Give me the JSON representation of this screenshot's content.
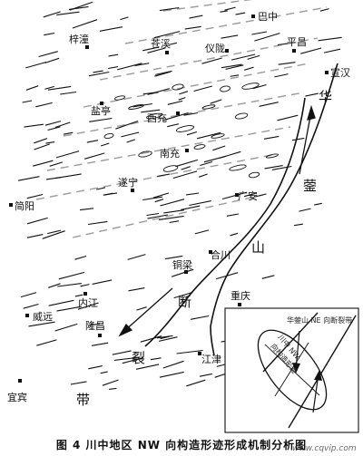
{
  "caption": "图 4   川中地区 NW 向构造形迹形成机制分析图",
  "cities": [
    {
      "id": "bazhong",
      "name": "巴中"
    },
    {
      "id": "zitong",
      "name": "梓潼"
    },
    {
      "id": "cangxi",
      "name": "苍溪"
    },
    {
      "id": "yilong",
      "name": "仪陇"
    },
    {
      "id": "pingchang",
      "name": "平昌"
    },
    {
      "id": "xuanhan",
      "name": "宣汉"
    },
    {
      "id": "yanting",
      "name": "盐亭"
    },
    {
      "id": "xichong",
      "name": "西充"
    },
    {
      "id": "nanchong",
      "name": "南充"
    },
    {
      "id": "suining",
      "name": "遂宁"
    },
    {
      "id": "guangan",
      "name": "广安"
    },
    {
      "id": "jianyang",
      "name": "简阳"
    },
    {
      "id": "hechuan",
      "name": "合川"
    },
    {
      "id": "tongliang",
      "name": "铜梁"
    },
    {
      "id": "neijiang",
      "name": "内江"
    },
    {
      "id": "chongqing",
      "name": "重庆"
    },
    {
      "id": "weiyuan",
      "name": "威远"
    },
    {
      "id": "longchang",
      "name": "隆昌"
    },
    {
      "id": "jiangjin",
      "name": "江津"
    },
    {
      "id": "yibin",
      "name": "宜宾"
    }
  ],
  "zones": [
    {
      "id": "hua",
      "text": "华"
    },
    {
      "id": "ying",
      "text": "蓥"
    },
    {
      "id": "shan",
      "text": "山"
    },
    {
      "id": "duan",
      "text": "断"
    },
    {
      "id": "lie",
      "text": "裂"
    },
    {
      "id": "dai",
      "text": "带"
    }
  ],
  "inset": {
    "title": "华蓥山 NE 向断裂带",
    "ellipse_label_1": "川中 NW",
    "ellipse_label_2": "向构造形迹"
  },
  "watermark": "www.cqvip.com",
  "colors": {
    "ink": "#111111",
    "dashed": "#9a9a9a",
    "watermark": "#6b6b6b"
  }
}
